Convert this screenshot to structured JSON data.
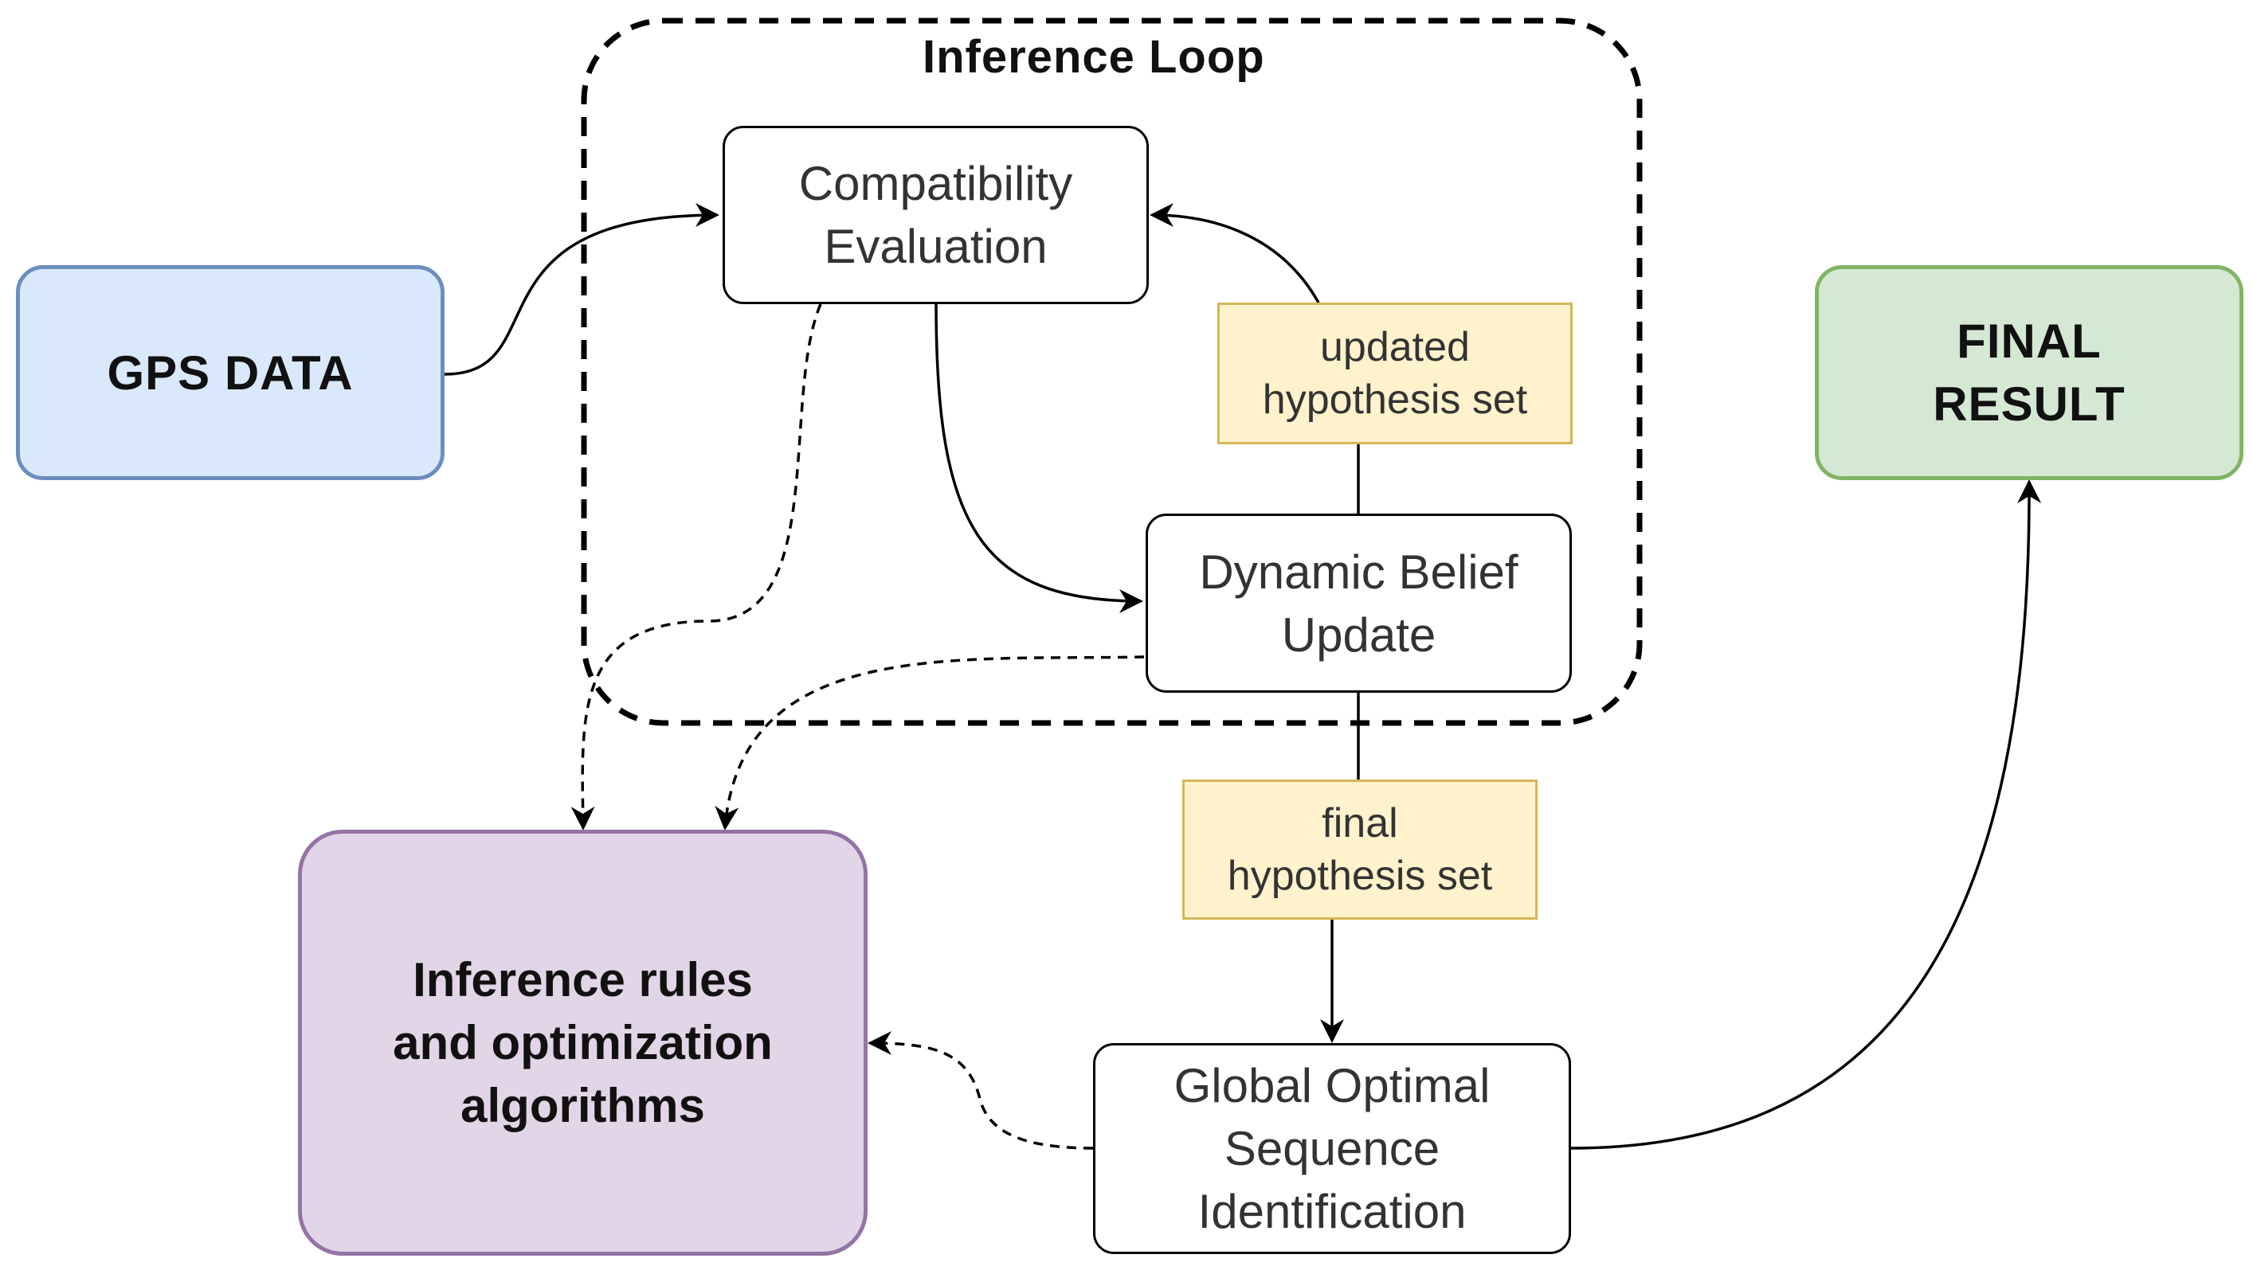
{
  "diagram": {
    "loop_title": "Inference Loop",
    "nodes": {
      "gps_data": "GPS DATA",
      "compatibility": "Compatibility\nEvaluation",
      "belief_update": "Dynamic Belief\nUpdate",
      "global_optimal": "Global Optimal\nSequence\nIdentification",
      "rules": "Inference rules\nand optimization\nalgorithms",
      "final_result": "FINAL\nRESULT"
    },
    "edge_labels": {
      "updated": "updated\nhypothesis set",
      "final": "final\nhypothesis set"
    },
    "colors": {
      "gps_fill": "#dae8fc",
      "gps_stroke": "#6c8ebf",
      "final_fill": "#d5e8d4",
      "final_stroke": "#82b366",
      "rules_fill": "#e1d5e7",
      "rules_stroke": "#9673a6",
      "label_fill": "#fff2cc",
      "label_stroke": "#d6b656"
    }
  }
}
